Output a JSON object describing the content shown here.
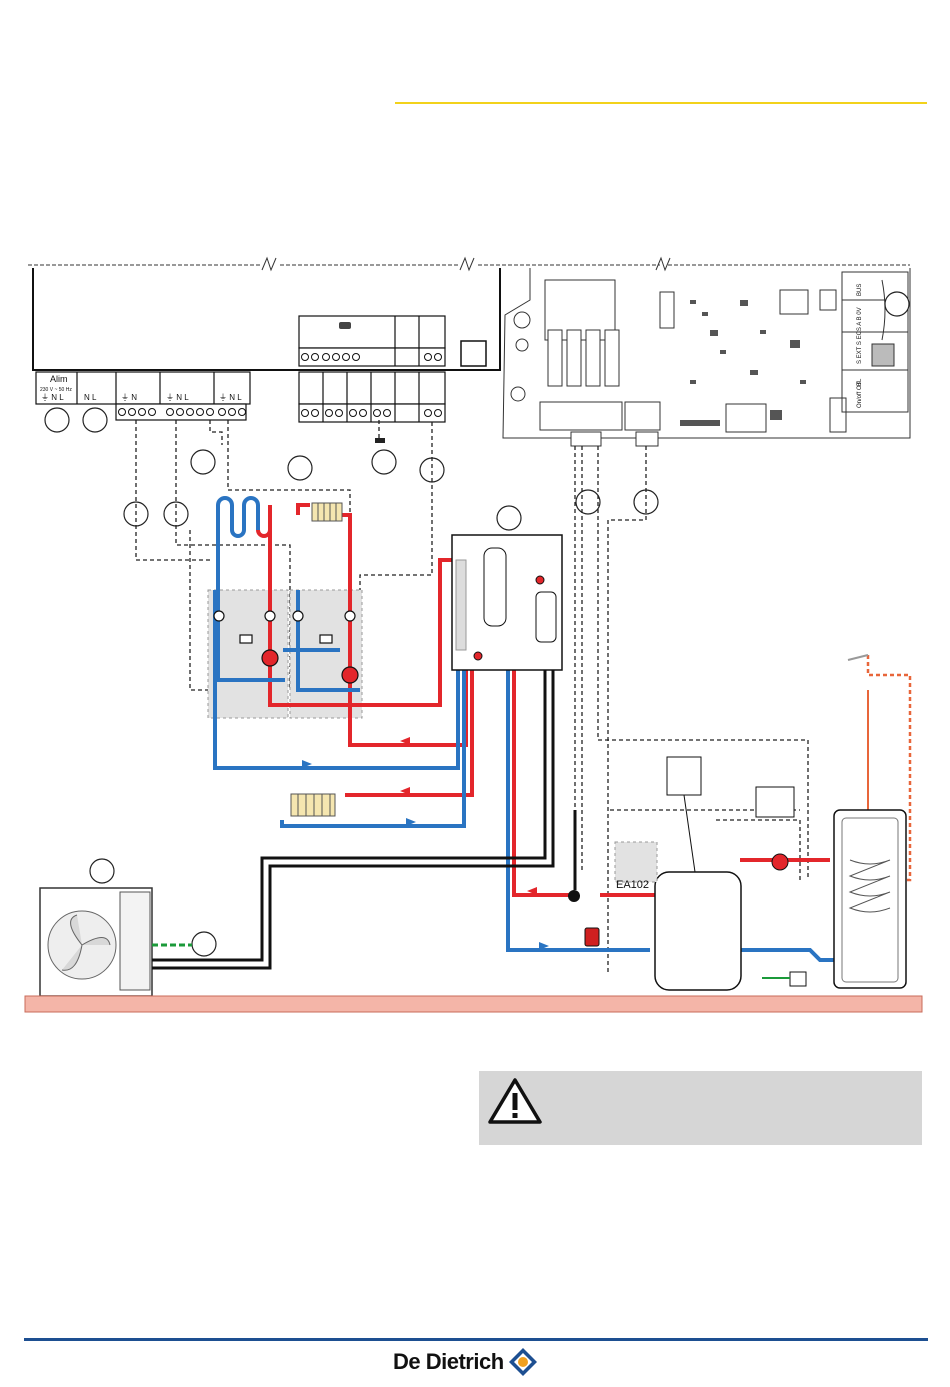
{
  "terminals": {
    "alim_label": "Alim",
    "alim_sub": "230 V ~ 50 Hz",
    "earth_n_l": "⏚ N L",
    "n_l": "N L",
    "earth_n": "⏚ N",
    "earth_n_l_pump": "⏚ N L"
  },
  "board": {
    "right_labels": [
      "BUS",
      "S EXT S ECS A B 0V",
      "BL",
      "On/off OT"
    ]
  },
  "hydraulics": {
    "valve_label": "EA102"
  },
  "colors": {
    "hot": "#e3262b",
    "cold": "#2a74c2",
    "floor": "#f4b5a8",
    "zone": "#e2e2e2",
    "accent": "#f2d21b",
    "brand_blue": "#1d4f91"
  },
  "warning": {
    "icon": "warning-triangle-icon"
  },
  "footer": {
    "brand": "De Dietrich",
    "brand_icon": "de-dietrich-diamond-icon"
  }
}
